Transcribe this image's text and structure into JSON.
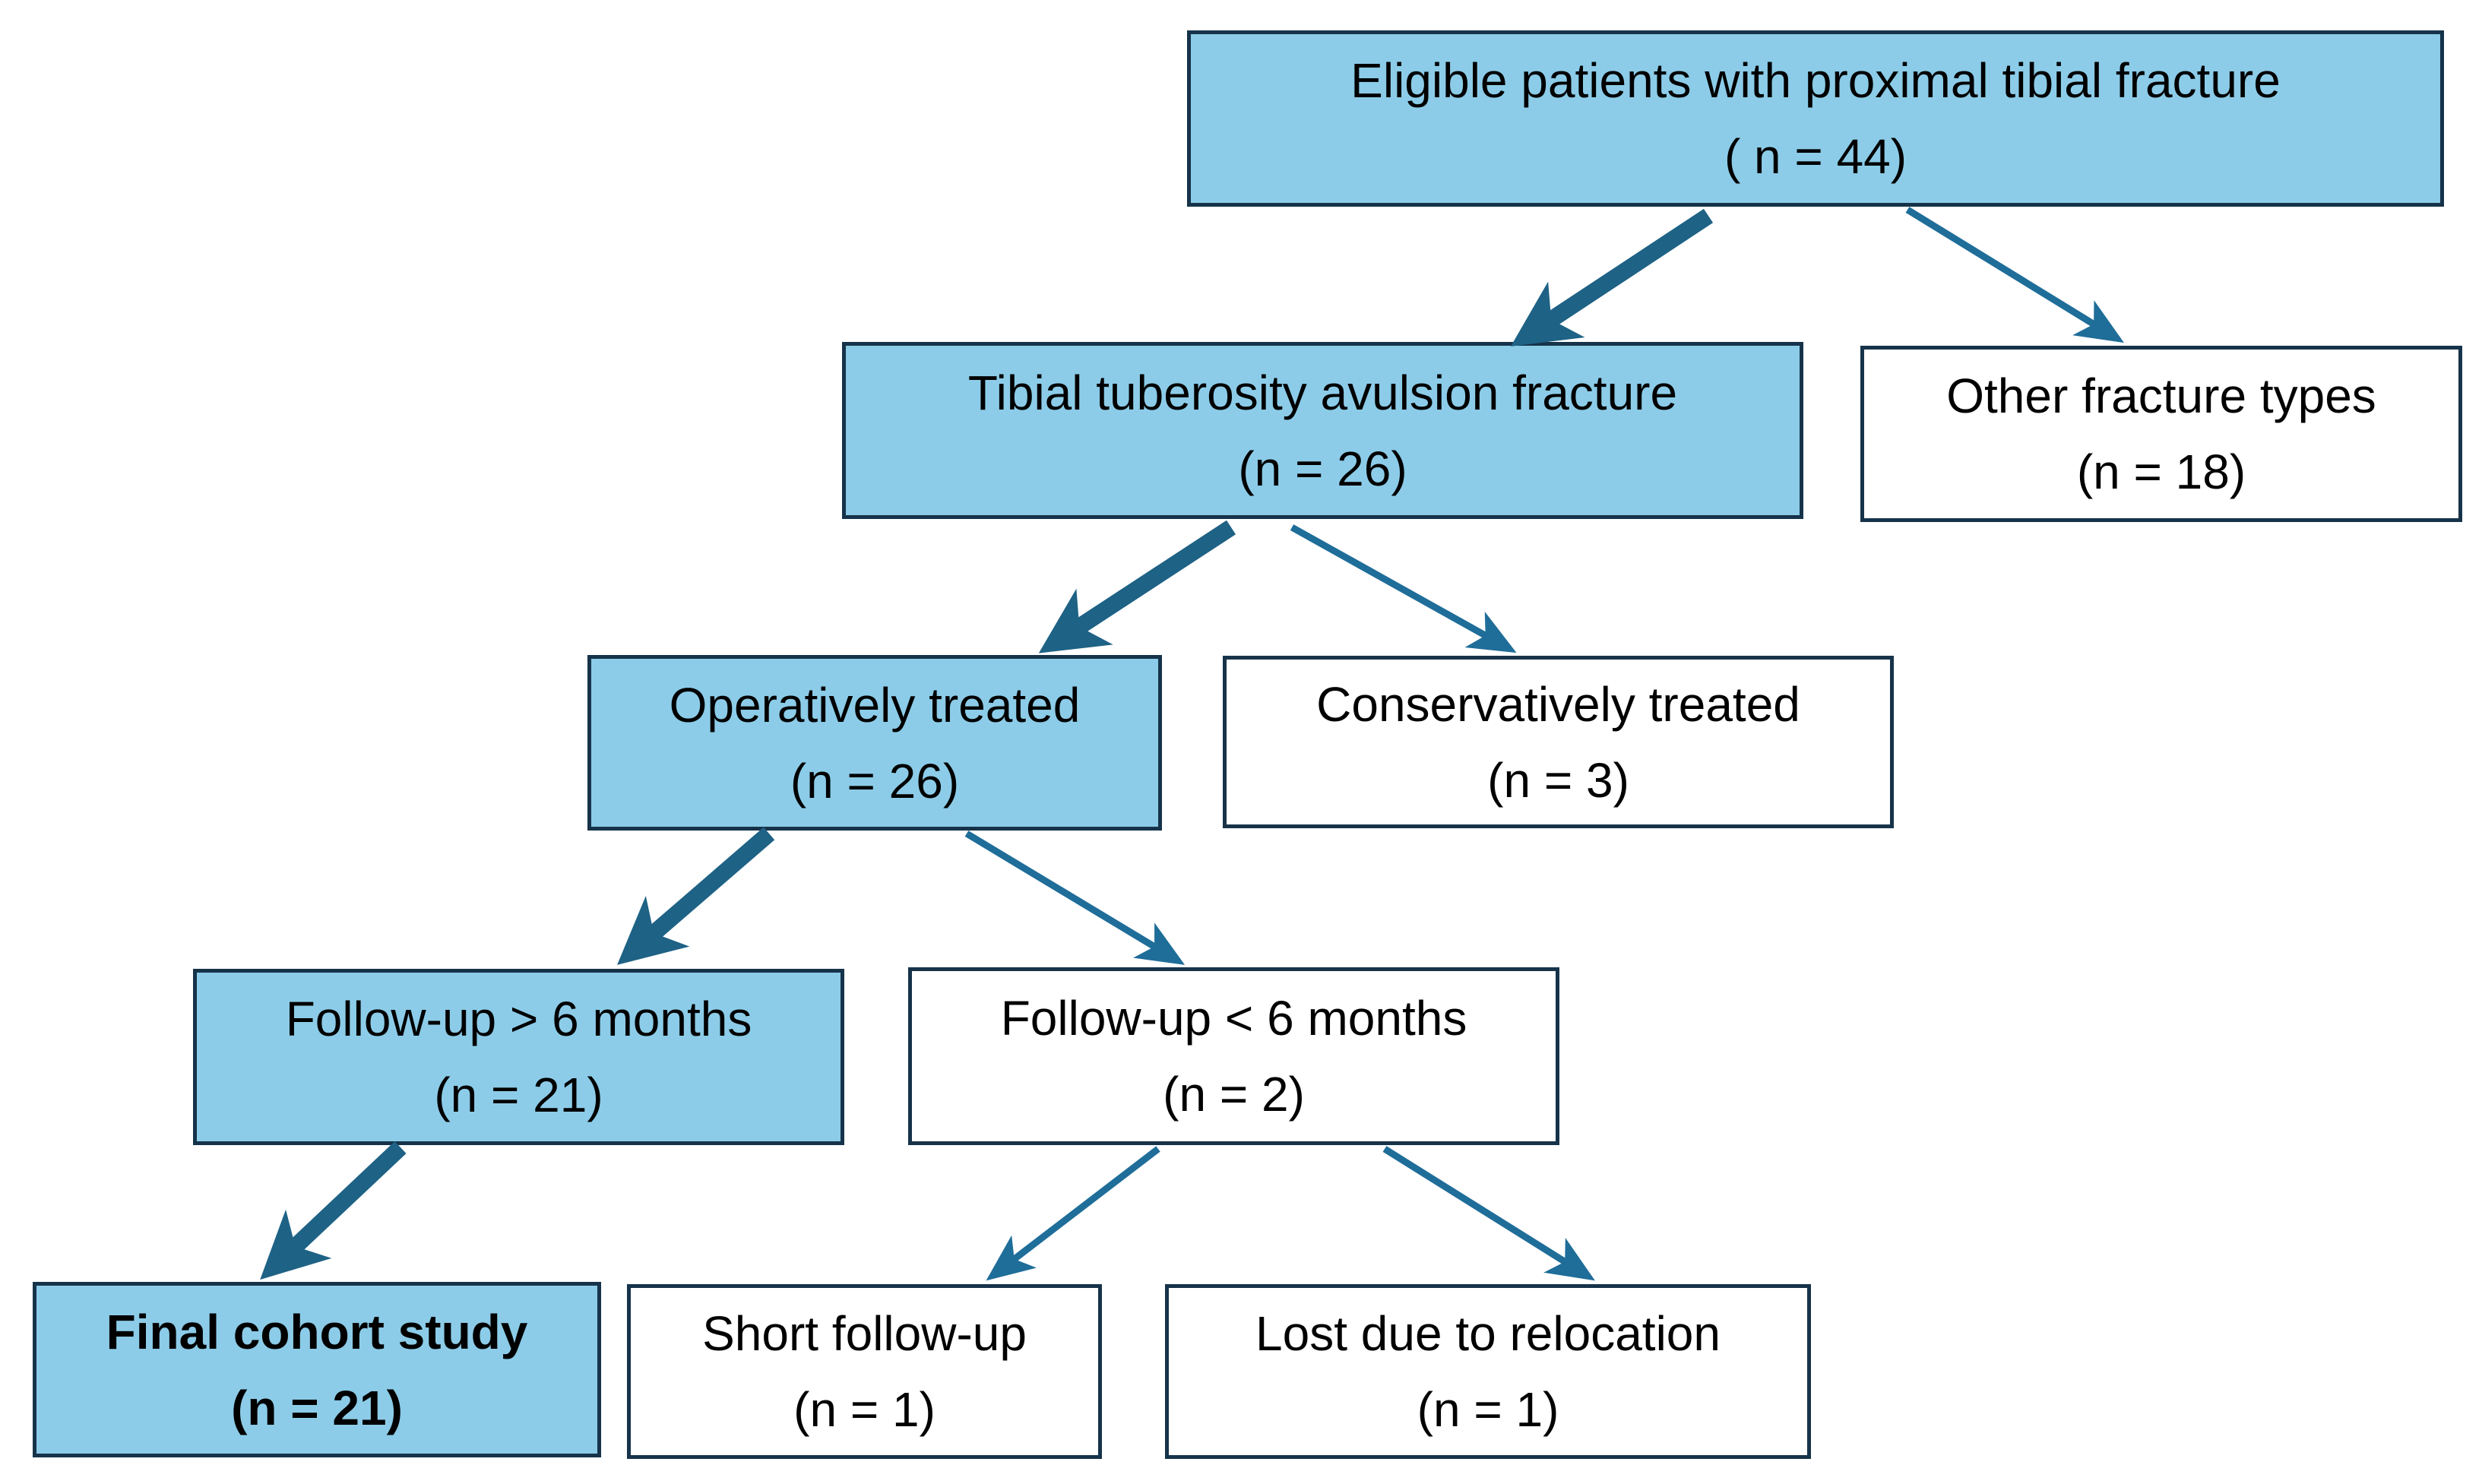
{
  "diagram": {
    "type": "flowchart",
    "description": "Patient selection flow diagram for tibial tuberosity avulsion fracture cohort study",
    "colors": {
      "background": "#FFFFFF",
      "highlight_fill": "#8CCCE8",
      "box_border": "#16334A",
      "arrow_thick": "#1E6285",
      "arrow_thin": "#1F6D99",
      "text": "#000000"
    },
    "nodes": {
      "eligible": {
        "line1": "Eligible patients with proximal tibial fracture",
        "line2": "( n = 44)",
        "n": 44,
        "highlighted": true,
        "bold": false
      },
      "tta": {
        "line1": "Tibial tuberosity avulsion fracture",
        "line2": "(n = 26)",
        "n": 26,
        "highlighted": true,
        "bold": false
      },
      "other": {
        "line1": "Other fracture types",
        "line2": "(n = 18)",
        "n": 18,
        "highlighted": false,
        "bold": false
      },
      "operative": {
        "line1": "Operatively treated",
        "line2": "(n = 26)",
        "n": 26,
        "highlighted": true,
        "bold": false
      },
      "conservative": {
        "line1": "Conservatively treated",
        "line2": "(n = 3)",
        "n": 3,
        "highlighted": false,
        "bold": false
      },
      "followup_long": {
        "line1": "Follow-up > 6 months",
        "line2": "(n = 21)",
        "n": 21,
        "highlighted": true,
        "bold": false
      },
      "followup_short": {
        "line1": "Follow-up < 6 months",
        "line2": "(n = 2)",
        "n": 2,
        "highlighted": false,
        "bold": false
      },
      "final": {
        "line1": "Final cohort study",
        "line2": "(n = 21)",
        "n": 21,
        "highlighted": true,
        "bold": true
      },
      "short_followup": {
        "line1": "Short follow-up",
        "line2": "(n = 1)",
        "n": 1,
        "highlighted": false,
        "bold": false
      },
      "lost": {
        "line1": "Lost due to relocation",
        "line2": "(n = 1)",
        "n": 1,
        "highlighted": false,
        "bold": false
      }
    },
    "edges": [
      {
        "from": "eligible",
        "to": "tta",
        "style": "thick"
      },
      {
        "from": "eligible",
        "to": "other",
        "style": "thin"
      },
      {
        "from": "tta",
        "to": "operative",
        "style": "thick"
      },
      {
        "from": "tta",
        "to": "conservative",
        "style": "thin"
      },
      {
        "from": "operative",
        "to": "followup_long",
        "style": "thick"
      },
      {
        "from": "operative",
        "to": "followup_short",
        "style": "thin"
      },
      {
        "from": "followup_long",
        "to": "final",
        "style": "thick"
      },
      {
        "from": "followup_short",
        "to": "short_followup",
        "style": "thin"
      },
      {
        "from": "followup_short",
        "to": "lost",
        "style": "thin"
      }
    ]
  }
}
